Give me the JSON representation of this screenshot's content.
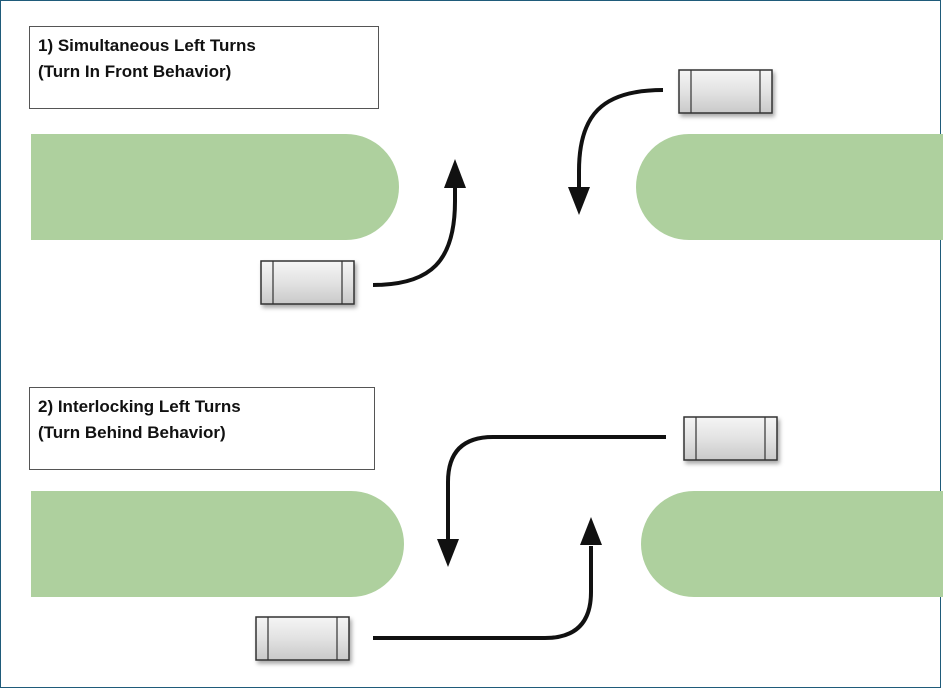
{
  "scenarios": [
    {
      "title": "1) Simultaneous Left Turns",
      "subtitle": "(Turn In Front Behavior)"
    },
    {
      "title": "2) Interlocking Left Turns",
      "subtitle": "(Turn Behind Behavior)"
    }
  ],
  "colors": {
    "road": "#aed09e",
    "frame": "#1f5b7a",
    "arrow": "#111111",
    "vehicle_body": "#e6e6e6",
    "vehicle_outline": "#333333"
  }
}
